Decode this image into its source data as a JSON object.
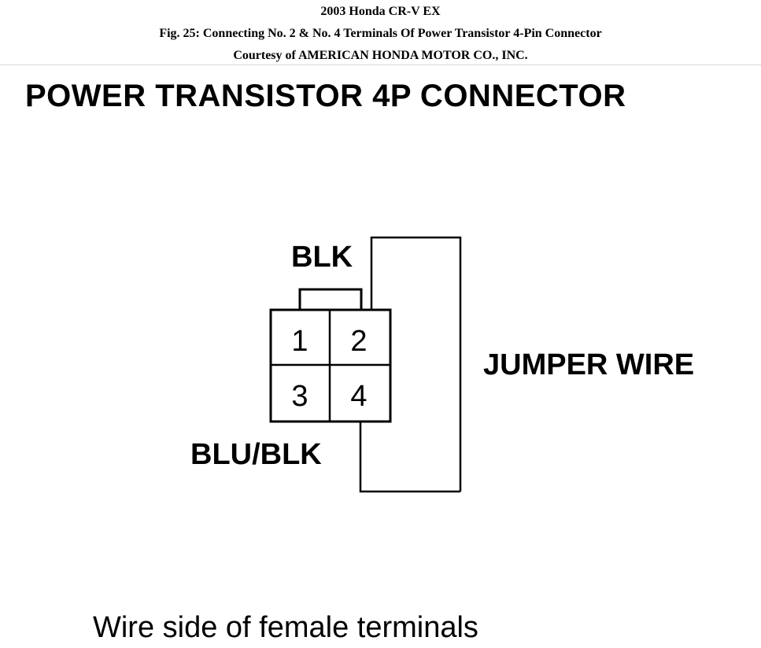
{
  "header": {
    "line1": "2003 Honda CR-V EX",
    "line2": "Fig. 25: Connecting No. 2 & No. 4 Terminals Of Power Transistor 4-Pin Connector",
    "line3": "Courtesy of AMERICAN HONDA MOTOR CO., INC."
  },
  "diagram": {
    "title": "POWER TRANSISTOR 4P CONNECTOR",
    "wire_labels": {
      "blk": "BLK",
      "blu_blk": "BLU/BLK",
      "jumper": "JUMPER WIRE"
    },
    "pins": [
      "1",
      "2",
      "3",
      "4"
    ],
    "caption": "Wire side of female terminals"
  }
}
